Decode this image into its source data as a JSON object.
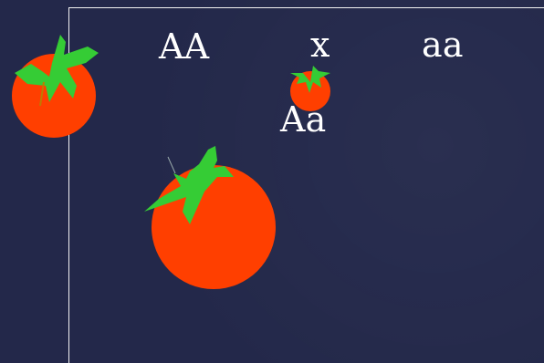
{
  "cross": {
    "parent_left": "AA",
    "operator": "x",
    "parent_right": "aa",
    "offspring": "Aa"
  },
  "colors": {
    "background": "#23284a",
    "frame": "#f3f3f3",
    "text": "#ffffff",
    "tomato_red": "#ff3f00",
    "leaf_green": "#35cc35"
  },
  "icons": {
    "parent_dominant": "tomato-icon",
    "offspring": "tomato-icon",
    "parent_large": "tomato-icon"
  }
}
